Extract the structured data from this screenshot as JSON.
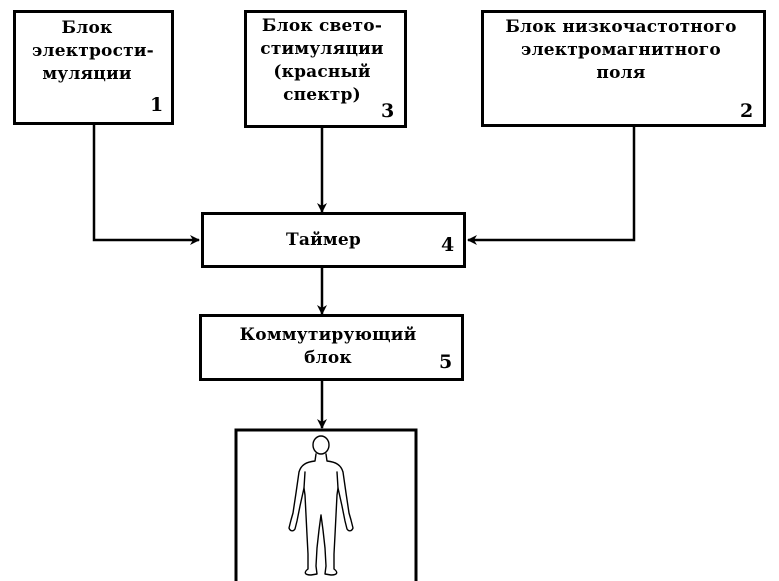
{
  "diagram": {
    "blocks": {
      "electrostim": {
        "label": "Блок\nэлектрости-\nмуляции",
        "number": "1"
      },
      "lowfreq": {
        "label": "Блок низкочастотного\nэлектромагнитного\nполя",
        "number": "2"
      },
      "lightstim": {
        "label": "Блок свето-\nстимуляции\n(красный\nспектр)",
        "number": "3"
      },
      "timer": {
        "label": "Таймер",
        "number": "4"
      },
      "switching": {
        "label": "Коммутирующий\nблок",
        "number": "5"
      }
    },
    "patient": {
      "icon": "human-figure-icon"
    },
    "line_color": "#000000"
  }
}
